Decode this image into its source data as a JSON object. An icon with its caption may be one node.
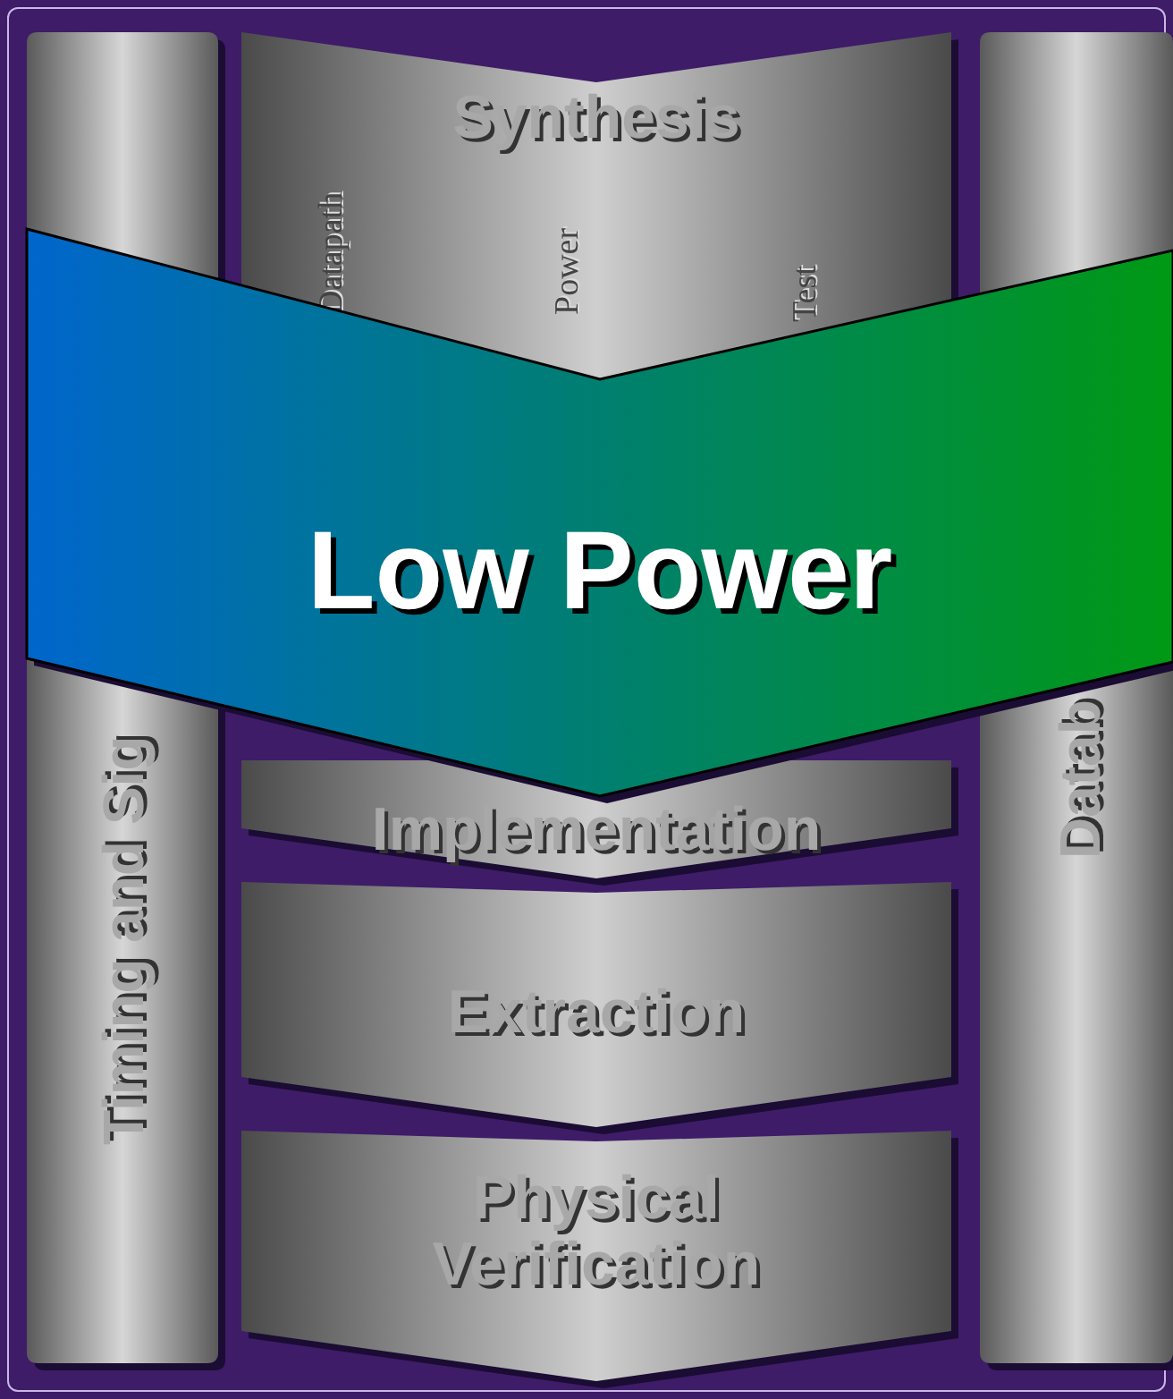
{
  "diagram": {
    "nodes": [
      {
        "text": [
          "Timing and Sig"
        ]
      },
      {
        "text": [
          "Datab"
        ]
      },
      {
        "text": [
          "Synthesis",
          "Datapath",
          "Power",
          "Test"
        ]
      },
      {
        "text": [
          "Implementation"
        ]
      },
      {
        "text": [
          "Extraction"
        ]
      },
      {
        "text": [
          "Physical Verification"
        ]
      },
      {
        "text": [
          "Low Power"
        ]
      }
    ]
  }
}
